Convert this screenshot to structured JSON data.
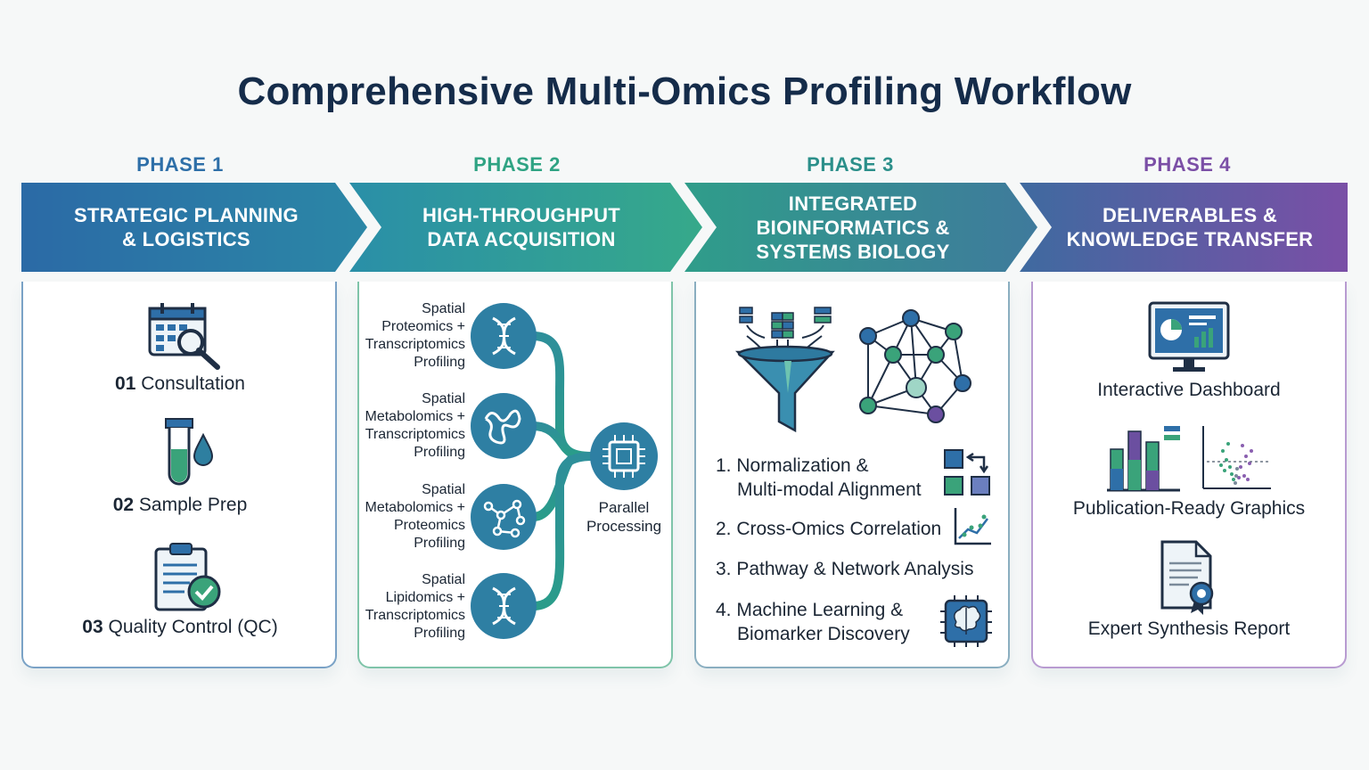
{
  "title": "Comprehensive Multi-Omics Profiling Workflow",
  "colors": {
    "navy": "#152c4a",
    "blue": "#2e6fa8",
    "teal": "#2a9b8a",
    "green": "#3fae7a",
    "purple": "#7b4fa6"
  },
  "phases": [
    {
      "label": "PHASE 1",
      "heading": [
        "STRATEGIC PLANNING",
        "& LOGISTICS"
      ],
      "items": [
        {
          "num": "01",
          "text": "Consultation",
          "icon": "calendar-search-icon"
        },
        {
          "num": "02",
          "text": "Sample Prep",
          "icon": "test-tube-drop-icon"
        },
        {
          "num": "03",
          "text": "Quality Control (QC)",
          "icon": "clipboard-check-icon"
        }
      ]
    },
    {
      "label": "PHASE 2",
      "heading": [
        "HIGH-THROUGHPUT",
        "DATA ACQUISITION"
      ],
      "items": [
        {
          "lines": [
            "Spatial",
            "Proteomics +",
            "Transcriptomics",
            "Profiling"
          ],
          "icon": "dna-icon"
        },
        {
          "lines": [
            "Spatial",
            "Metabolomics +",
            "Transcriptomics",
            "Profiling"
          ],
          "icon": "protein-icon"
        },
        {
          "lines": [
            "Spatial",
            "Metabolomics +",
            "Proteomics",
            "Profiling"
          ],
          "icon": "molecule-icon"
        },
        {
          "lines": [
            "Spatial",
            "Lipidomics +",
            "Transcriptomics",
            "Profiling"
          ],
          "icon": "dna-icon"
        }
      ],
      "hub": {
        "lines": [
          "Parallel",
          "Processing"
        ],
        "icon": "processor-chip-icon"
      }
    },
    {
      "label": "PHASE 3",
      "heading": [
        "INTEGRATED",
        "BIOINFORMATICS &",
        "SYSTEMS BIOLOGY"
      ],
      "items": [
        {
          "lines": [
            "1. Normalization &",
            "Multi-modal Alignment"
          ],
          "icon": "alignment-icon"
        },
        {
          "lines": [
            "2. Cross-Omics Correlation"
          ],
          "icon": "scatter-trend-icon"
        },
        {
          "lines": [
            "3. Pathway & Network Analysis"
          ]
        },
        {
          "lines": [
            "4. Machine Learning &",
            "Biomarker Discovery"
          ],
          "icon": "brain-chip-icon"
        }
      ]
    },
    {
      "label": "PHASE 4",
      "heading": [
        "DELIVERABLES &",
        "KNOWLEDGE TRANSFER"
      ],
      "items": [
        {
          "text": "Interactive Dashboard",
          "icon": "monitor-dashboard-icon"
        },
        {
          "text": "Publication-Ready Graphics",
          "icon": "bar-volcano-chart-icon"
        },
        {
          "text": "Expert Synthesis Report",
          "icon": "report-certificate-icon"
        }
      ]
    }
  ]
}
